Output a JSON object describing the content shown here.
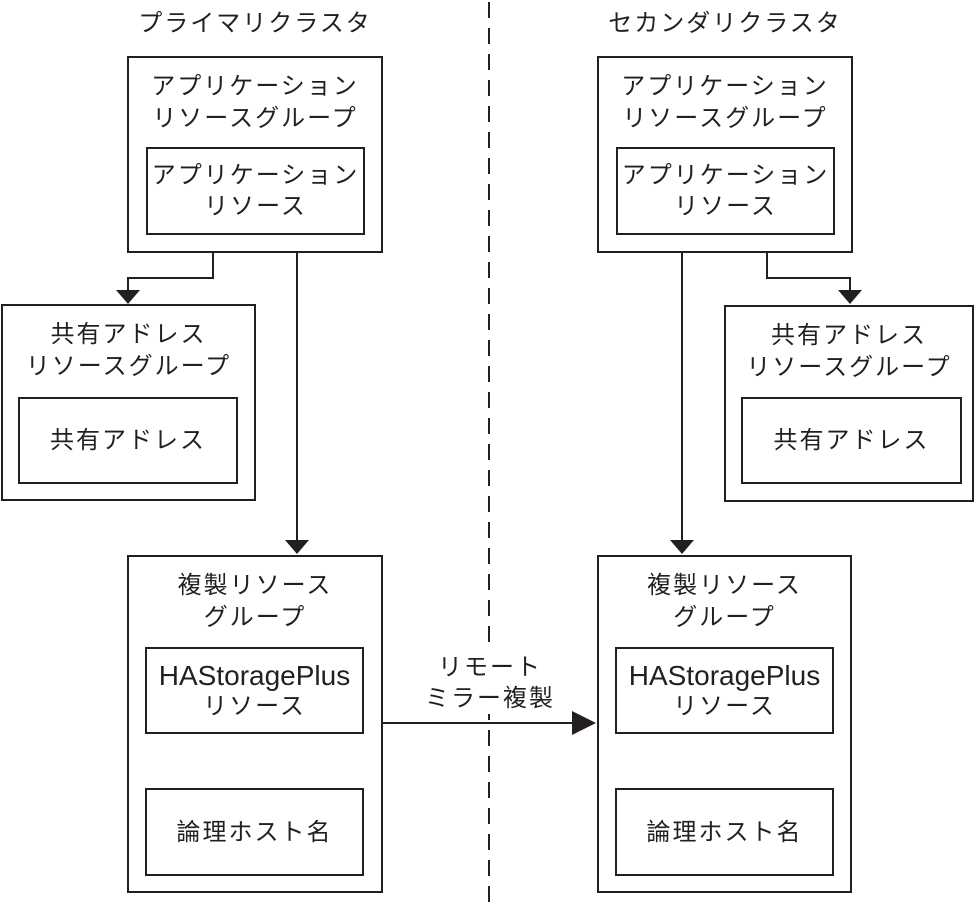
{
  "colors": {
    "ink": "#231f20",
    "background": "#ffffff"
  },
  "divider": {
    "style": "dashed-vertical"
  },
  "replication_arrow_label": {
    "line1": "リモート",
    "line2": "ミラー複製"
  },
  "primary": {
    "title": "プライマリクラスタ",
    "application_group": {
      "label_line1": "アプリケーション",
      "label_line2": "リソースグループ",
      "resource": {
        "label_line1": "アプリケーション",
        "label_line2": "リソース"
      }
    },
    "shared_address_group": {
      "label_line1": "共有アドレス",
      "label_line2": "リソースグループ",
      "resource": {
        "label": "共有アドレス"
      }
    },
    "replication_group": {
      "label_line1": "複製リソース",
      "label_line2": "グループ",
      "hastorageplus_resource": {
        "label_line1": "HAStoragePlus",
        "label_line2": "リソース"
      },
      "logical_hostname": {
        "label": "論理ホスト名"
      }
    }
  },
  "secondary": {
    "title": "セカンダリクラスタ",
    "application_group": {
      "label_line1": "アプリケーション",
      "label_line2": "リソースグループ",
      "resource": {
        "label_line1": "アプリケーション",
        "label_line2": "リソース"
      }
    },
    "shared_address_group": {
      "label_line1": "共有アドレス",
      "label_line2": "リソースグループ",
      "resource": {
        "label": "共有アドレス"
      }
    },
    "replication_group": {
      "label_line1": "複製リソース",
      "label_line2": "グループ",
      "hastorageplus_resource": {
        "label_line1": "HAStoragePlus",
        "label_line2": "リソース"
      },
      "logical_hostname": {
        "label": "論理ホスト名"
      }
    }
  }
}
